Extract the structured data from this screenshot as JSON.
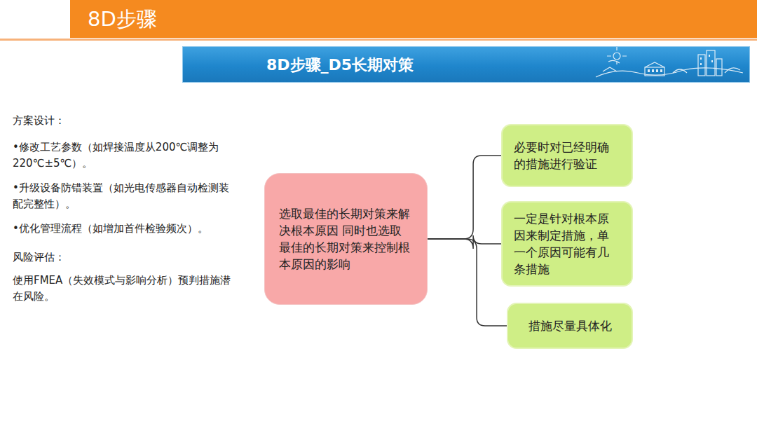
{
  "diagram": {
    "title": "8D步骤",
    "nodes": [
      {
        "text": [
          "选取最佳的长期对策来解决根本原因 同时也选取最佳的长期对策来控制根本原因的影响"
        ]
      },
      {
        "text": [
          "必要时对已经明确的措施进行验证"
        ]
      },
      {
        "text": [
          "一定是针对根本原因来制定措施，单一个原因可能有几条措施"
        ]
      },
      {
        "text": [
          "措施尽量具体化"
        ]
      }
    ],
    "edges": [
      {
        "from": 0,
        "to": 1,
        "arrow": "none"
      },
      {
        "from": 0,
        "to": 2,
        "arrow": "none"
      },
      {
        "from": 0,
        "to": 3,
        "arrow": "none"
      }
    ],
    "labels": [
      "8D步骤_D5长期对策",
      "方案设计：",
      "•修改工艺参数（如焊接温度从200℃调整为220℃±5℃）。",
      "•升级设备防错装置（如光电传感器自动检测装配完整性）。",
      "•优化管理流程（如增加首件检验频次）。",
      "风险评估：",
      "使用FMEA（失效模式与影响分析）预判措施潜在风险。"
    ]
  }
}
